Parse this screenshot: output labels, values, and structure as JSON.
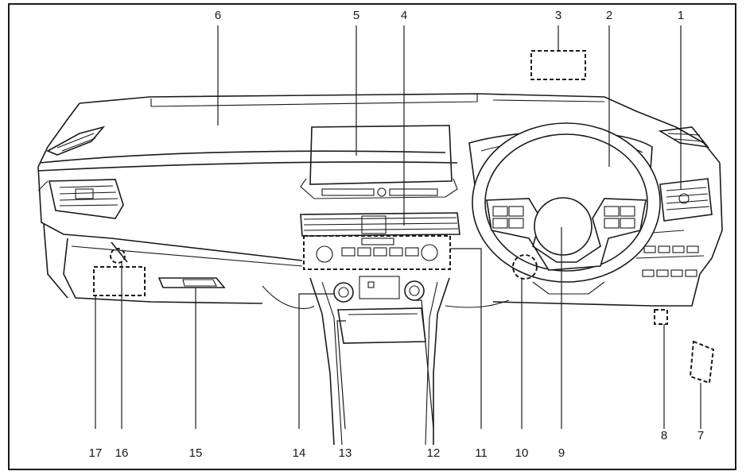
{
  "callouts": [
    {
      "id": "c1",
      "text": "1"
    },
    {
      "id": "c2",
      "text": "2"
    },
    {
      "id": "c3",
      "text": "3"
    },
    {
      "id": "c4",
      "text": "4"
    },
    {
      "id": "c5",
      "text": "5"
    },
    {
      "id": "c6",
      "text": "6"
    },
    {
      "id": "c7",
      "text": "7"
    },
    {
      "id": "c8",
      "text": "8"
    },
    {
      "id": "c9",
      "text": "9"
    },
    {
      "id": "c10",
      "text": "10"
    },
    {
      "id": "c11",
      "text": "11"
    },
    {
      "id": "c12",
      "text": "12"
    },
    {
      "id": "c13",
      "text": "13"
    },
    {
      "id": "c14",
      "text": "14"
    },
    {
      "id": "c15",
      "text": "15"
    },
    {
      "id": "c16",
      "text": "16"
    },
    {
      "id": "c17",
      "text": "17"
    }
  ],
  "colors": {
    "line": "#1a1a1a",
    "background": "#ffffff"
  }
}
